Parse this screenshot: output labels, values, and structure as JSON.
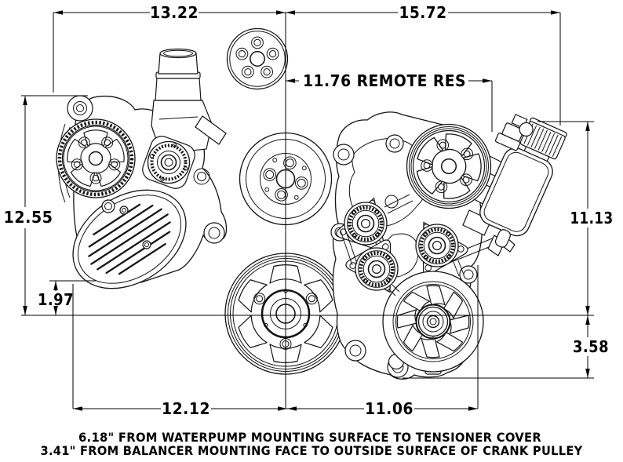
{
  "drawing": {
    "title": "accessory-drive-dimension-drawing",
    "colors": {
      "line": "#141414",
      "dimension": "#000000",
      "background": "#ffffff"
    },
    "dimensions": {
      "top_left": "13.22",
      "top_right": "15.72",
      "remote_res": "11.76 REMOTE RES",
      "left_height": "12.55",
      "left_offset": "1.97",
      "right_height": "11.13",
      "right_offset": "3.58",
      "bottom_left": "12.12",
      "bottom_right": "11.06"
    },
    "notes": [
      "6.18\" FROM WATERPUMP MOUNTING SURFACE TO TENSIONER COVER",
      "3.41\" FROM BALANCER MOUNTING FACE TO OUTSIDE SURFACE OF CRANK PULLEY"
    ],
    "components": {
      "left_view": "waterpump-side-view",
      "center_top": "waterpump-pulley-face",
      "center_mid": "balancer-face",
      "center_bottom": "crank-pulley-face",
      "right_view": "accessory-bracket-front-view",
      "reservoir": "remote-reservoir"
    }
  }
}
